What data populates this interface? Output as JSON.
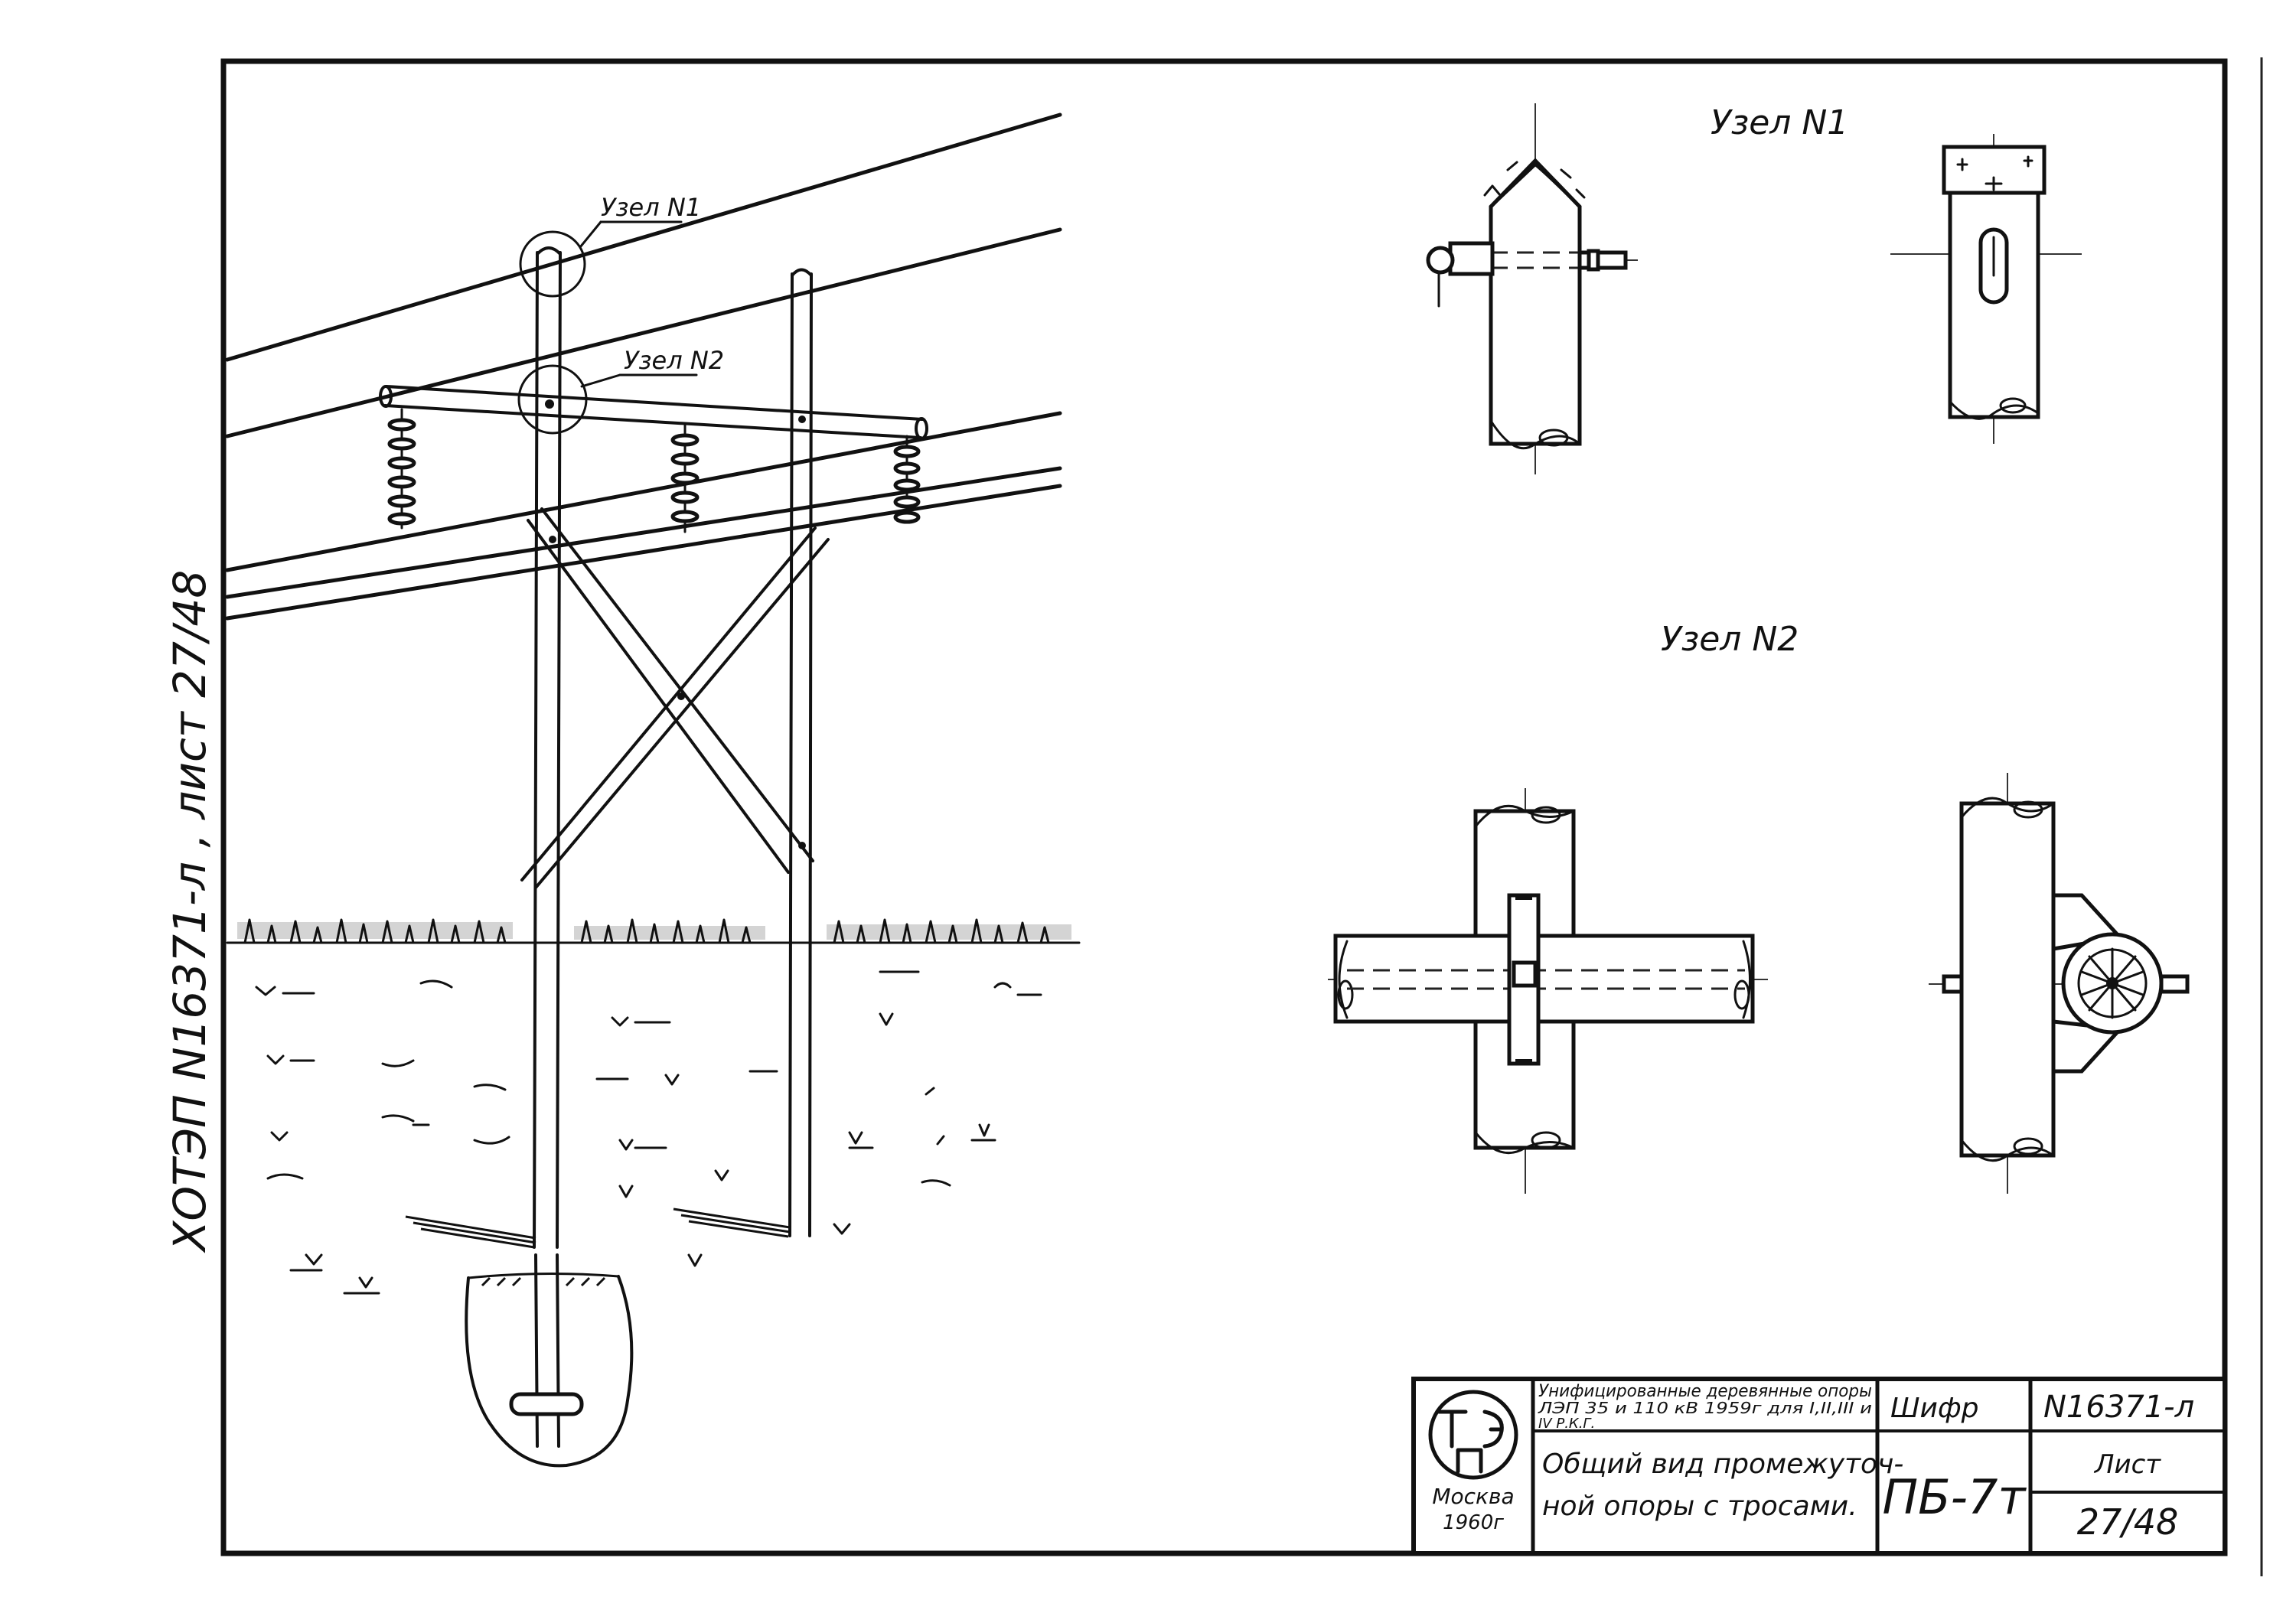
{
  "side_code": "ХОТЭП N16371-л , лист 27/48",
  "callouts": {
    "node1": "Узел N1",
    "node2": "Узел N2"
  },
  "details": {
    "node1_title": "Узел N1",
    "node2_title": "Узел N2"
  },
  "title_block": {
    "logo_city": "Москва",
    "logo_year": "1960г",
    "project_line1": "Унифицированные деревянные опоры",
    "project_line2": "ЛЭП 35 и 110 кВ 1959г для I,II,III и",
    "project_line3": "IV Р.К.Г.",
    "sheet_title_line1": "Общий вид промежуточ-",
    "sheet_title_line2": "ной опоры с тросами.",
    "cipher_label": "Шифр",
    "cipher_value": "ПБ-7т",
    "doc_number": "N16371-л",
    "sheet_label": "Лист",
    "sheet_value": "27/48"
  }
}
